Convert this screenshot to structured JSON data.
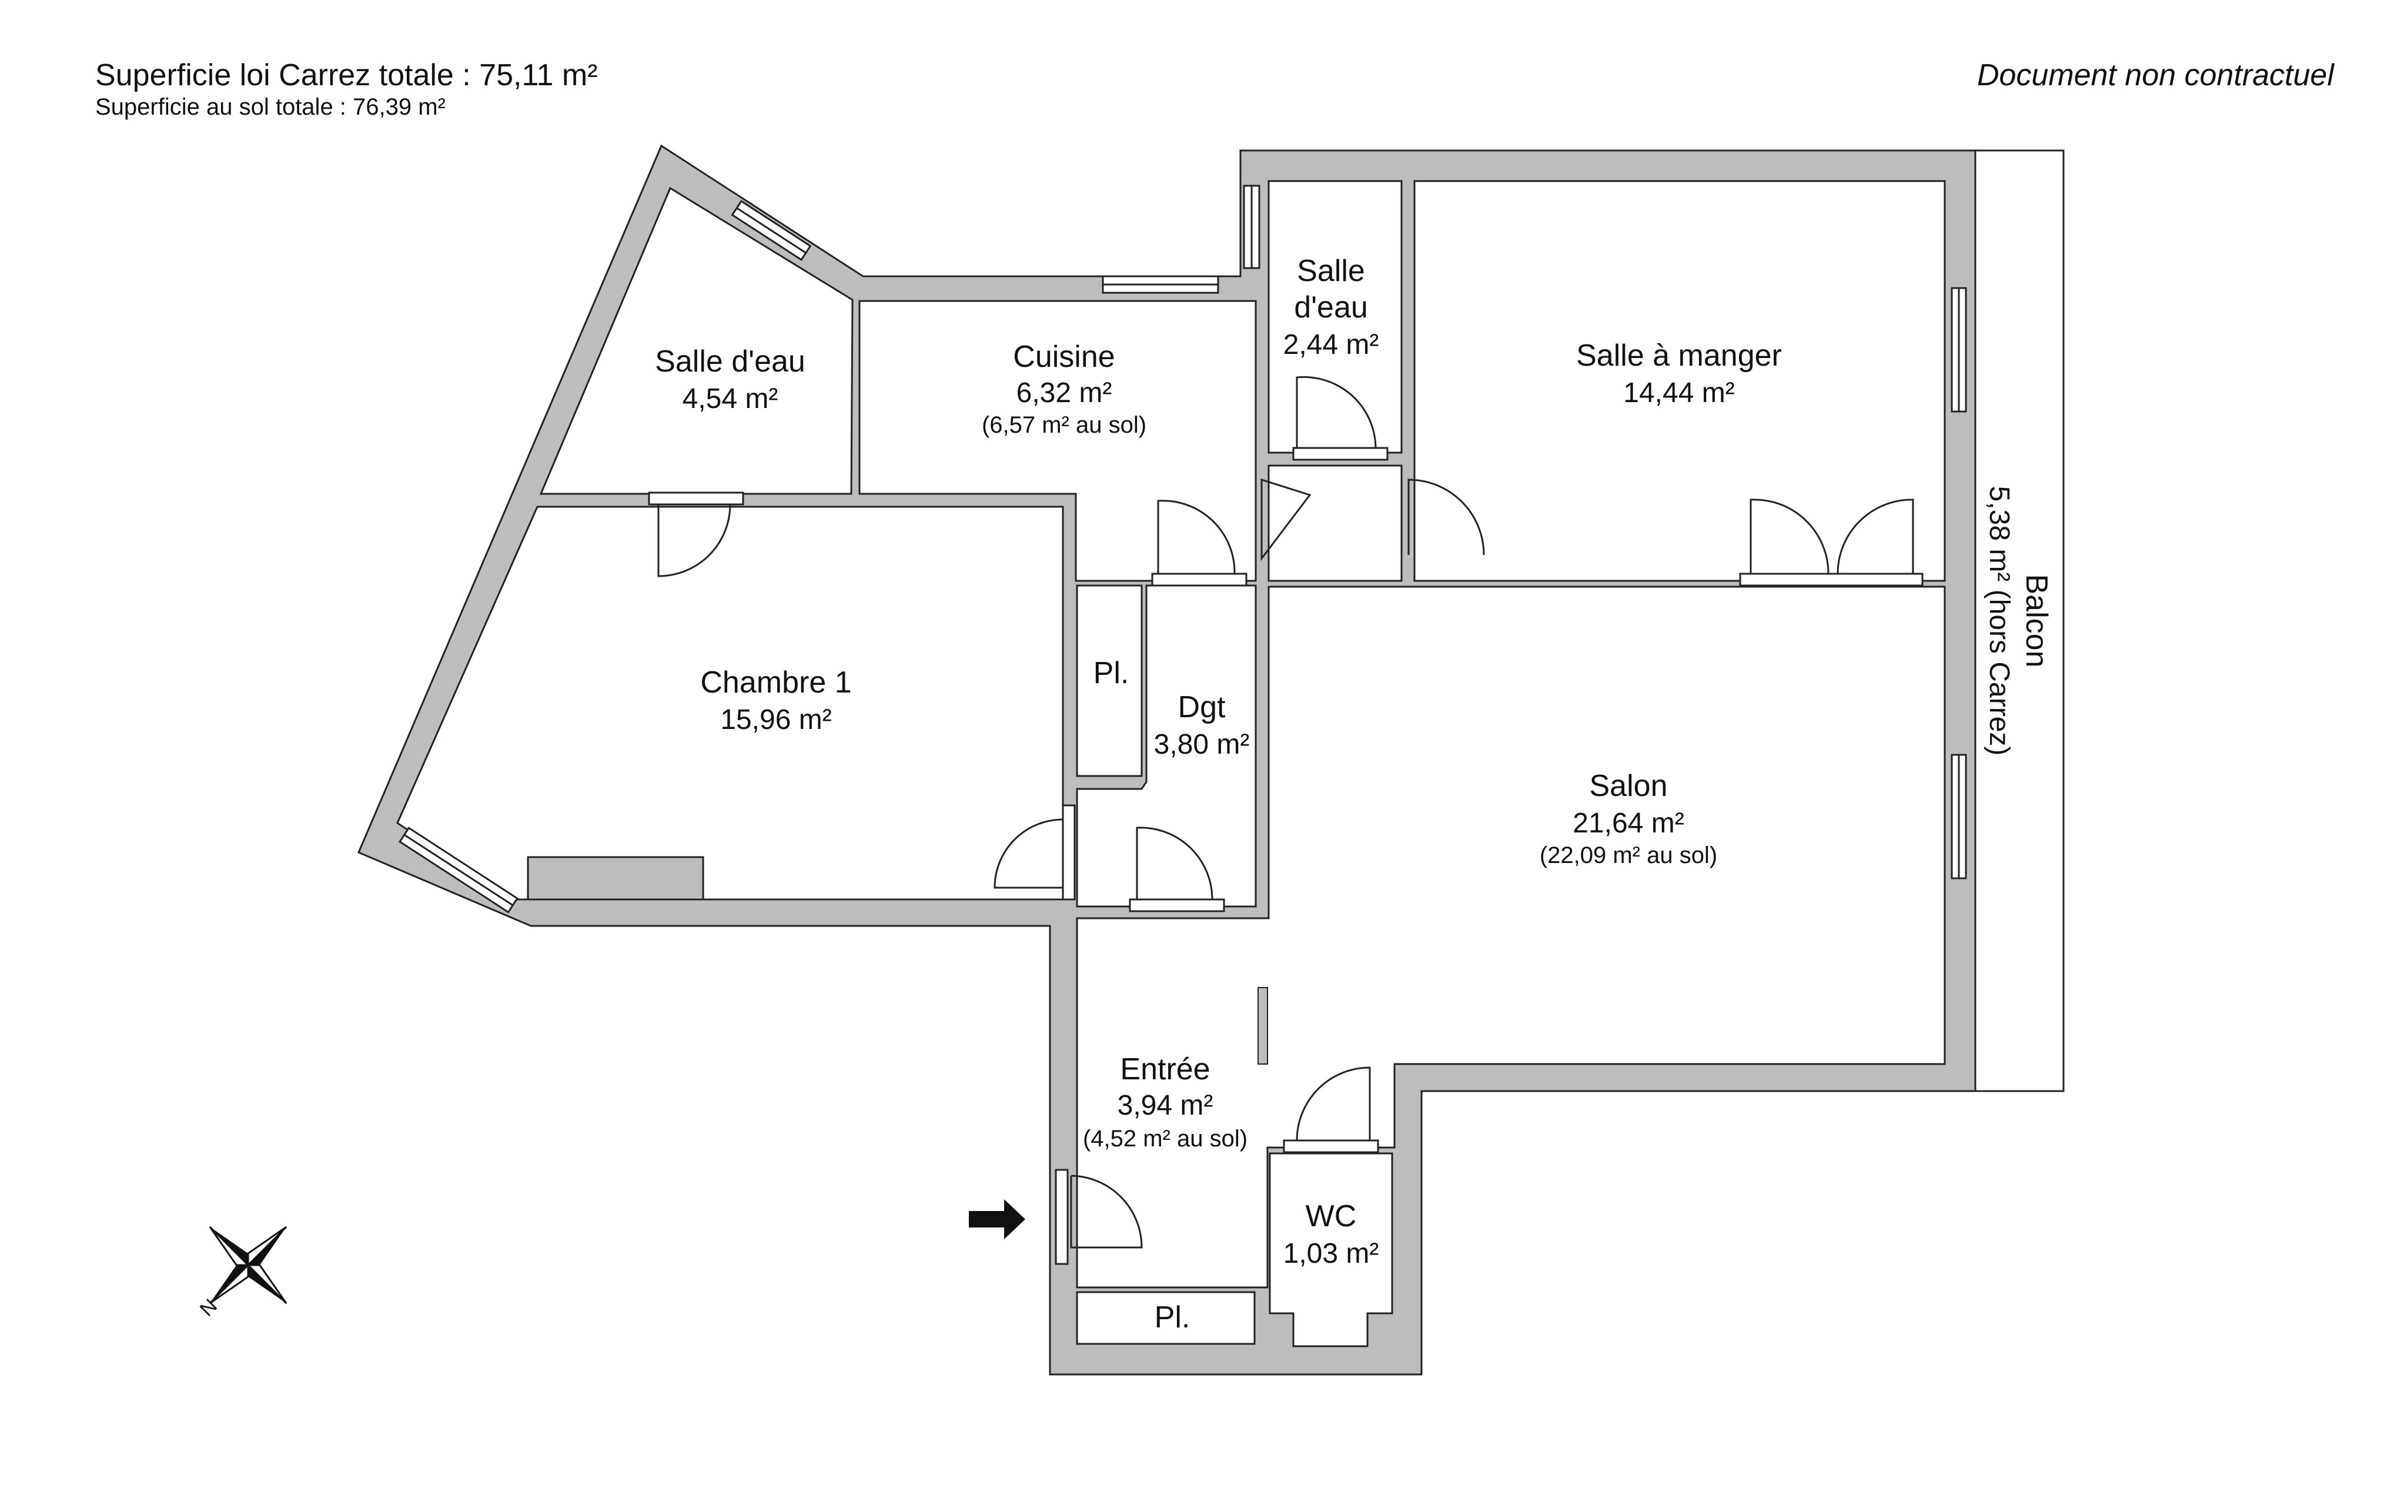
{
  "header": {
    "carrez_total": "Superficie loi Carrez totale : 75,11 m²",
    "floor_total": "Superficie au sol totale : 76,39 m²",
    "disclaimer": "Document non contractuel"
  },
  "rooms": {
    "salle_eau_1": {
      "name": "Salle d'eau",
      "area": "4,54 m²"
    },
    "cuisine": {
      "name": "Cuisine",
      "area": "6,32 m²",
      "floor_area": "(6,57 m² au sol)"
    },
    "salle_eau_2": {
      "name_line1": "Salle",
      "name_line2": "d'eau",
      "area": "2,44 m²"
    },
    "salle_a_manger": {
      "name": "Salle à manger",
      "area": "14,44 m²"
    },
    "chambre_1": {
      "name": "Chambre 1",
      "area": "15,96 m²"
    },
    "placard_1": {
      "name": "Pl."
    },
    "dgt": {
      "name": "Dgt",
      "area": "3,80 m²"
    },
    "salon": {
      "name": "Salon",
      "area": "21,64 m²",
      "floor_area": "(22,09 m² au sol)"
    },
    "entree": {
      "name": "Entrée",
      "area": "3,94 m²",
      "floor_area": "(4,52 m² au sol)"
    },
    "wc": {
      "name": "WC",
      "area": "1,03 m²"
    },
    "placard_2": {
      "name": "Pl."
    },
    "balcon": {
      "name": "Balcon",
      "area": "5,38 m² (hors Carrez)"
    }
  },
  "compass": {
    "north_label": "N"
  },
  "colors": {
    "wall": "#bdbdbd",
    "outline": "#222222",
    "background": "#ffffff"
  }
}
